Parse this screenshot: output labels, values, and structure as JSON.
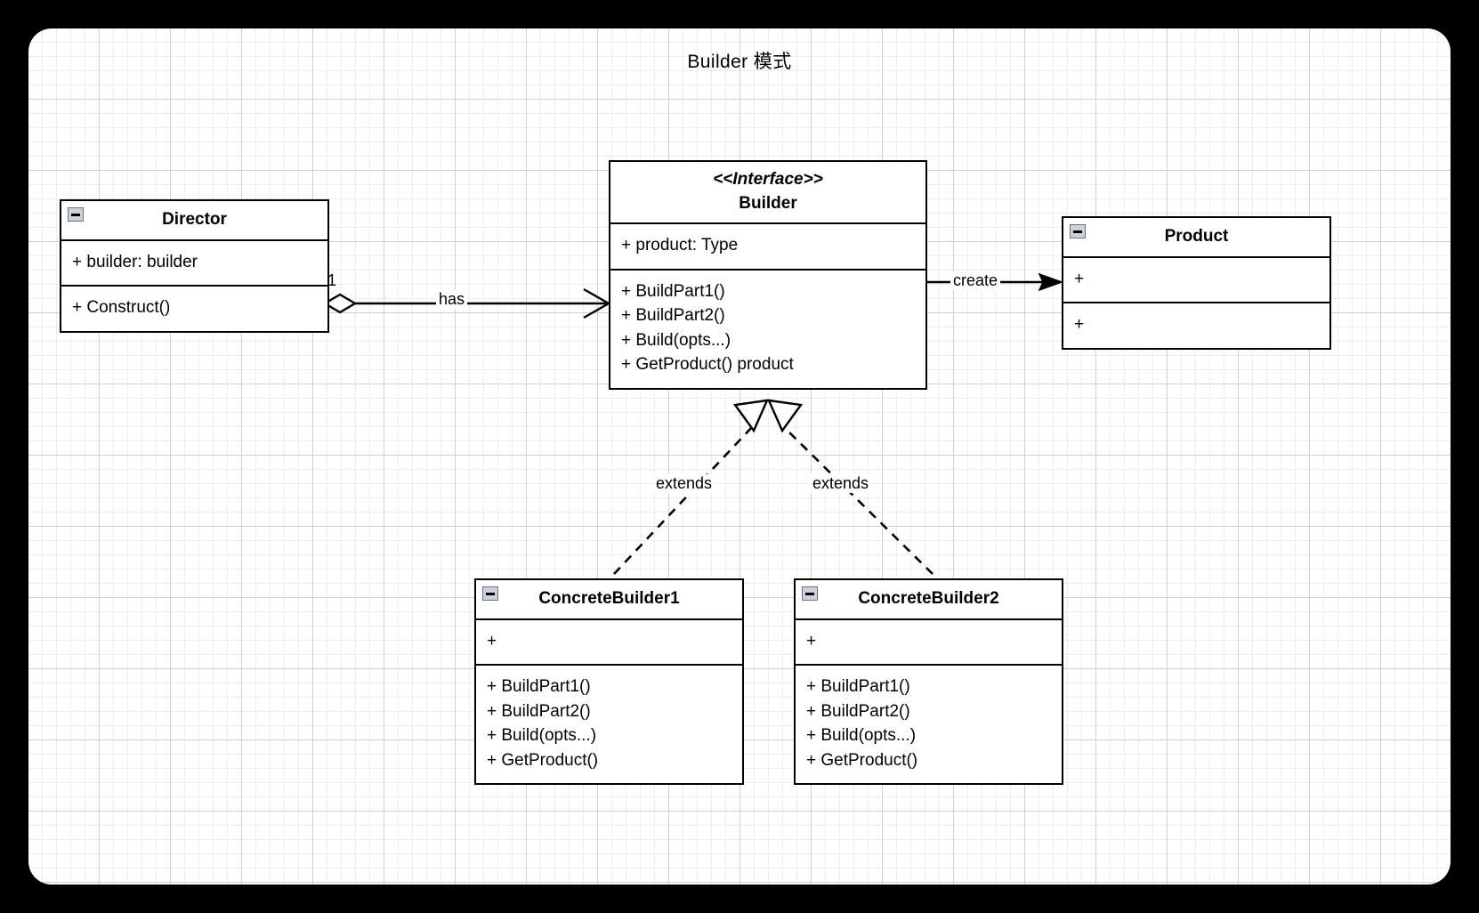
{
  "diagram": {
    "title": "Builder 模式",
    "type": "uml-class-diagram",
    "background_color": "#000000",
    "canvas_color": "#ffffff",
    "grid_minor_color": "#ececec",
    "grid_major_color": "#d0d0d0",
    "line_color": "#000000"
  },
  "classes": {
    "director": {
      "name": "Director",
      "collapse_icon": "collapse-minus-icon",
      "attributes": [
        "+ builder: builder"
      ],
      "methods": [
        "+ Construct()"
      ]
    },
    "builder": {
      "stereotype": "<<Interface>>",
      "name": "Builder",
      "attributes": [
        "+ product: Type"
      ],
      "methods": [
        "+ BuildPart1()",
        "+ BuildPart2()",
        "+ Build(opts...)",
        "+ GetProduct() product"
      ]
    },
    "product": {
      "name": "Product",
      "collapse_icon": "collapse-minus-icon",
      "attributes": [
        "+"
      ],
      "methods": [
        "+"
      ]
    },
    "concrete_builder_1": {
      "name": "ConcreteBuilder1",
      "collapse_icon": "collapse-minus-icon",
      "attributes": [
        "+"
      ],
      "methods": [
        "+ BuildPart1()",
        "+ BuildPart2()",
        "+ Build(opts...)",
        "+ GetProduct()"
      ]
    },
    "concrete_builder_2": {
      "name": "ConcreteBuilder2",
      "collapse_icon": "collapse-minus-icon",
      "attributes": [
        "+"
      ],
      "methods": [
        "+ BuildPart1()",
        "+ BuildPart2()",
        "+ Build(opts...)",
        "+ GetProduct()"
      ]
    }
  },
  "relations": {
    "director_has_builder": {
      "label": "has",
      "multiplicity": "1",
      "kind": "aggregation",
      "from": "Director",
      "to": "Builder"
    },
    "builder_creates_product": {
      "label": "create",
      "kind": "association-arrow",
      "from": "Builder",
      "to": "Product"
    },
    "cb1_extends_builder": {
      "label": "extends",
      "kind": "generalization-dashed",
      "from": "ConcreteBuilder1",
      "to": "Builder"
    },
    "cb2_extends_builder": {
      "label": "extends",
      "kind": "generalization-dashed",
      "from": "ConcreteBuilder2",
      "to": "Builder"
    }
  }
}
